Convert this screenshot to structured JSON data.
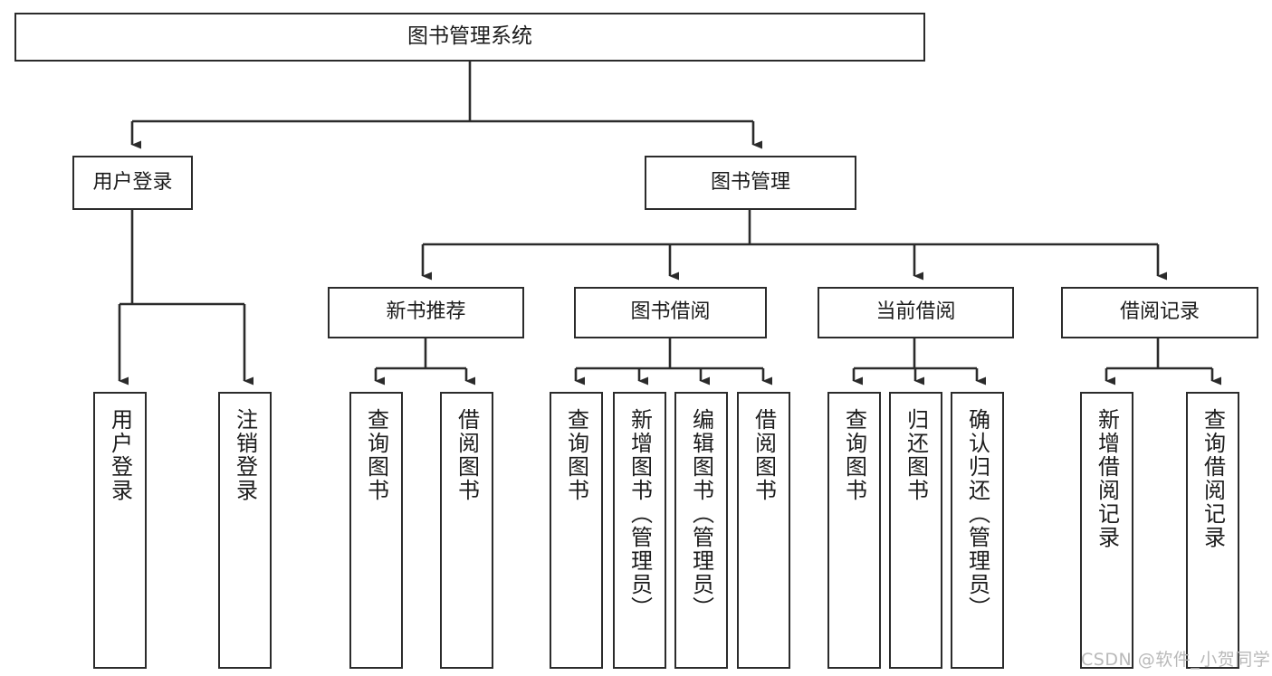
{
  "diagram": {
    "title": "图书管理系统",
    "type": "hierarchy-tree",
    "root": {
      "label": "图书管理系统"
    },
    "level2": [
      {
        "label": "用户登录"
      },
      {
        "label": "图书管理"
      }
    ],
    "level3": [
      {
        "label": "新书推荐"
      },
      {
        "label": "图书借阅"
      },
      {
        "label": "当前借阅"
      },
      {
        "label": "借阅记录"
      }
    ],
    "leaves": {
      "user_login": [
        {
          "label": "用户登录"
        },
        {
          "label": "注销登录"
        }
      ],
      "new_book_recommend": [
        {
          "label": "查询图书"
        },
        {
          "label": "借阅图书"
        }
      ],
      "book_borrow": [
        {
          "label": "查询图书"
        },
        {
          "label": "新增图书（管理员）"
        },
        {
          "label": "编辑图书（管理员）"
        },
        {
          "label": "借阅图书"
        }
      ],
      "current_borrow": [
        {
          "label": "查询图书"
        },
        {
          "label": "归还图书"
        },
        {
          "label": "确认归还（管理员）"
        }
      ],
      "borrow_record": [
        {
          "label": "新增借阅记录"
        },
        {
          "label": "查询借阅记录"
        }
      ]
    }
  },
  "watermark": {
    "text": "CSDN @软件_小贺同学"
  },
  "colors": {
    "stroke": "#2b2b2b",
    "text": "#1c1c1c",
    "background": "#ffffff",
    "watermark": "#b9b9b9"
  }
}
